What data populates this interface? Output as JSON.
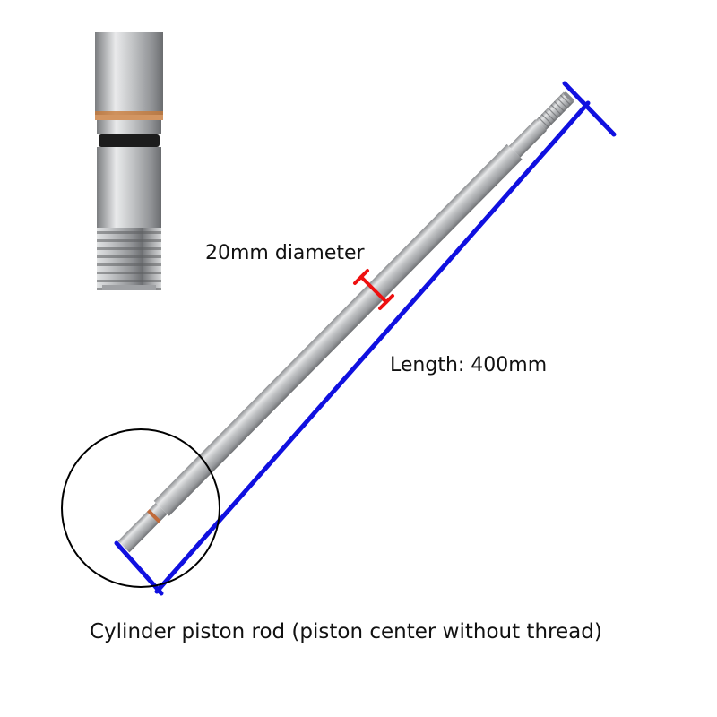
{
  "labels": {
    "diameter": "20mm diameter",
    "length": "Length: 400mm",
    "caption": "Cylinder piston rod (piston center without thread)"
  },
  "colors": {
    "dimension_line": "#1010e0",
    "diameter_marker": "#ee1010",
    "callout_circle": "#000000",
    "rod_steel": "#b9bbbd",
    "background": "#ffffff"
  }
}
